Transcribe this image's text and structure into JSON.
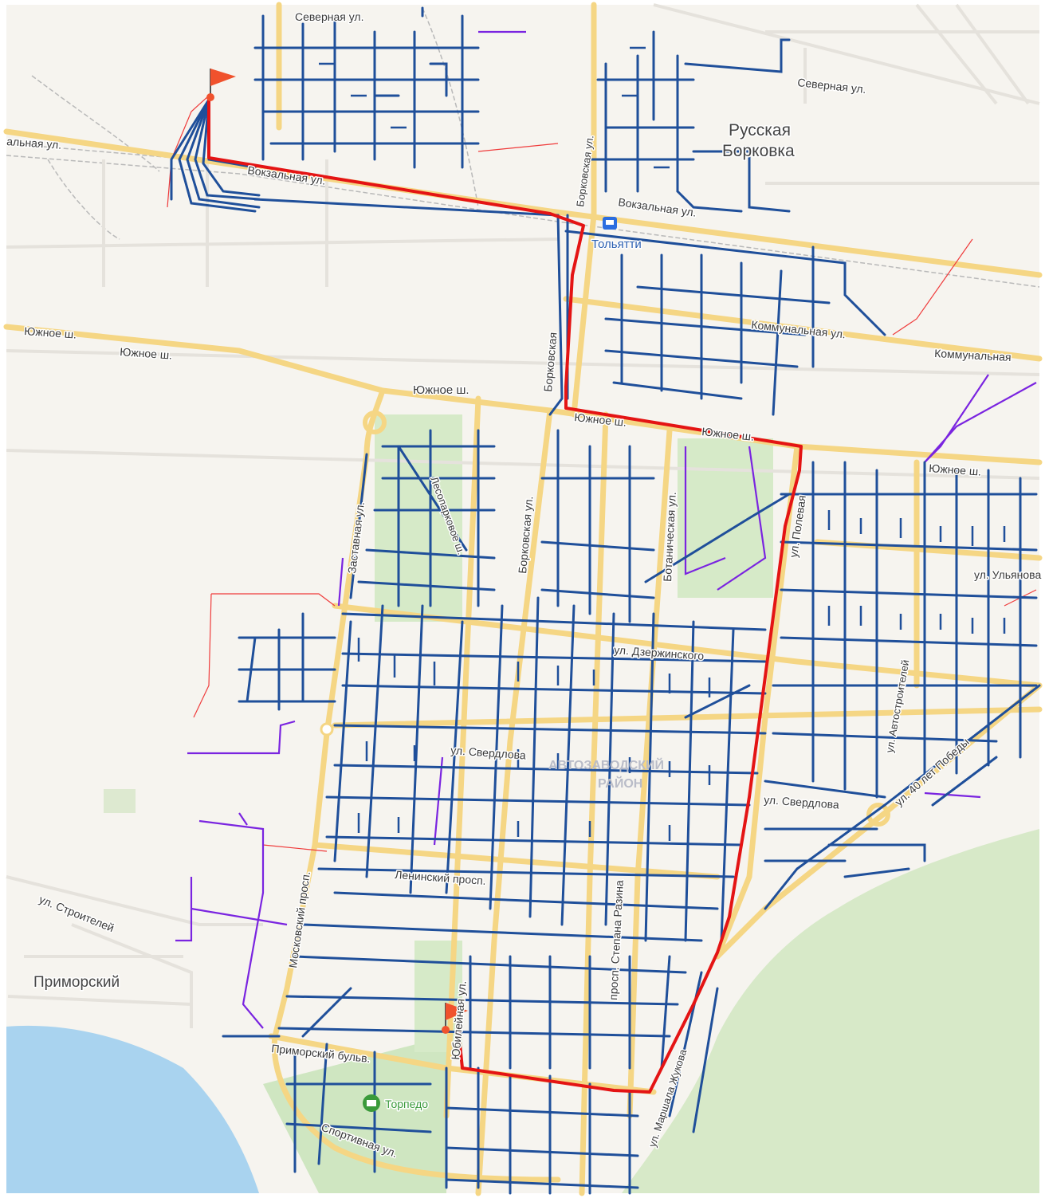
{
  "map": {
    "colors": {
      "background": "#f6f4ef",
      "water": "#a9d3ef",
      "forest": "#d7e9c8",
      "park": "#d3e8c6",
      "major_road": "#f5d684",
      "minor_road": "#e3e1dc",
      "railway": "#b9b9b9",
      "network_main": "#1f4f9a",
      "network_secondary": "#7a24e0",
      "network_thin": "#ef3b3b",
      "route": "#e41414",
      "flag": "#f0522d"
    },
    "labels": {
      "severnaya_1": "Северная ул.",
      "severnaya_2": "Северная ул.",
      "russkaya": "Русская",
      "borkovka": "Борковка",
      "vokzalnaya_left": "альная ул.",
      "vokzalnaya_1": "Вокзальная ул.",
      "vokzalnaya_2": "Вокзальная ул.",
      "togliatti": "Тольятти",
      "yuzhnoe_1": "Южное ш.",
      "yuzhnoe_2": "Южное ш.",
      "yuzhnoe_3": "Южное ш.",
      "yuzhnoe_4": "Южное ш.",
      "yuzhnoe_5": "Южное ш.",
      "yuzhnoe_6": "Южное ш.",
      "kommunalnaya_1": "Коммунальная ул.",
      "kommunalnaya_2": "Коммунальная",
      "borkovskaya_1": "Борковская ул.",
      "borkovskaya_2": "Борковская",
      "borkovskaya_3": "Борковская ул.",
      "zastavnaya": "Заставная ул.",
      "lesoparkovoe": "Лесопарковое ш.",
      "botanicheskaya": "Ботаническая ул.",
      "polyanaya": "ул. Полевая",
      "ulyanova": "ул. Ульянова",
      "dzerzhinskogo": "ул. Дзержинского",
      "avtostroiteley": "ул. Автостроителей",
      "sverdlova_1": "ул. Свердлова",
      "sverdlova_2": "ул. Свердлова",
      "district_1": "АВТОЗАВОДСКИЙ",
      "district_2": "РАЙОН",
      "pobedy": "ул. 40 лет Победы",
      "moskovsky": "Московский просп.",
      "leninsky": "Ленинский просп.",
      "razina": "просп. Степана Разина",
      "stroiteley": "ул. Строителей",
      "primorsky": "Приморский",
      "primorsky_bulvar": "Приморский бульв.",
      "yubileinaya": "Юбилейная ул.",
      "maresyeva": "ул. Маршала Жукова",
      "sportivnaya": "Спортивная ул.",
      "torpedo": "Торпедо"
    },
    "markers": {
      "start": "flag-start-icon",
      "end": "flag-end-icon",
      "station": "railway-station-icon",
      "stadium": "stadium-icon"
    }
  }
}
